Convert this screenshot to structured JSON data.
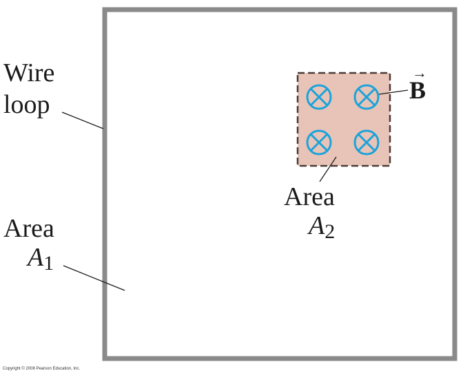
{
  "colors": {
    "wire": "#8a8a8a",
    "field_region_fill": "#e8c4b8",
    "field_region_border": "#4a3a36",
    "field_symbol": "#1aa3db",
    "text": "#1a1a1a"
  },
  "labels": {
    "wire_loop_line1": "Wire",
    "wire_loop_line2": "loop",
    "area1_word": "Area",
    "area1_symbol": "A",
    "area1_subscript": "1",
    "area2_word": "Area",
    "area2_symbol": "A",
    "area2_subscript": "2",
    "field_symbol": "B",
    "field_arrow": "→"
  },
  "field_symbols": [
    {
      "name": "field-into-page-icon-top-left"
    },
    {
      "name": "field-into-page-icon-top-right"
    },
    {
      "name": "field-into-page-icon-bottom-left"
    },
    {
      "name": "field-into-page-icon-bottom-right"
    }
  ],
  "copyright": "Copyright © 2008 Pearson Education, Inc."
}
